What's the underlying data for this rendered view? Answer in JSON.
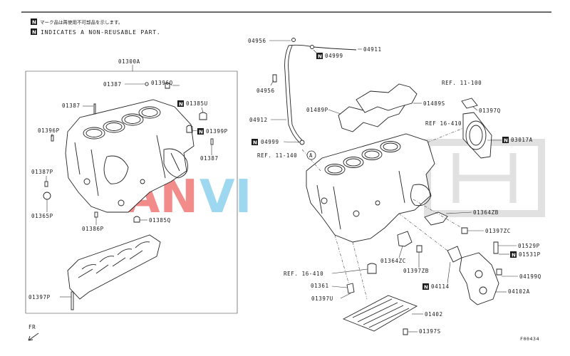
{
  "legend": {
    "line1_jp": "マーク品は再使用不可部品を示します。",
    "line2": "INDICATES A NON-REUSABLE PART.",
    "mark": "N"
  },
  "watermark": {
    "part1": "AN",
    "part2": "VI"
  },
  "labels": {
    "l01300A": "01300A",
    "l01387a": "01387",
    "l01396Q": "01396Q",
    "l01387b": "01387",
    "l01385U": "01385U",
    "l01396P": "01396P",
    "l01399P": "01399P",
    "l01387c": "01387",
    "l01387P": "01387P",
    "l01365P": "01365P",
    "l01386P": "01386P",
    "l01385Q": "01385Q",
    "l01397P": "01397P",
    "l04956a": "04956",
    "l04999a": "04999",
    "l04911": "04911",
    "l04956b": "04956",
    "l04912": "04912",
    "l04999b": "04999",
    "lref11_140": "REF. 11-140",
    "lA": "A",
    "lref11_100": "REF. 11-100",
    "l01489P": "01489P",
    "l01489S": "01489S",
    "l01397Q": "01397Q",
    "lref16_410a": "REF 16-410",
    "l03017A": "03017A",
    "l01364ZB": "01364ZB",
    "l01397ZC": "01397ZC",
    "l01364ZC": "01364ZC",
    "l01397ZB": "01397ZB",
    "l01529P": "01529P",
    "l01531P": "01531P",
    "lref16_410b": "REF. 16-410",
    "l04114": "04114",
    "l04199Q": "04199Q",
    "l01361": "01361",
    "l04102A": "04102A",
    "l01397U": "01397U",
    "l01402": "01402",
    "l01397S": "01397S",
    "lFR": "FR",
    "lcode": "F00434"
  },
  "colors": {
    "ink": "#1a1a1a",
    "watermark_red": "#e8302c",
    "watermark_blue": "#2aa7df",
    "watermark_logo": "#cccccc"
  }
}
